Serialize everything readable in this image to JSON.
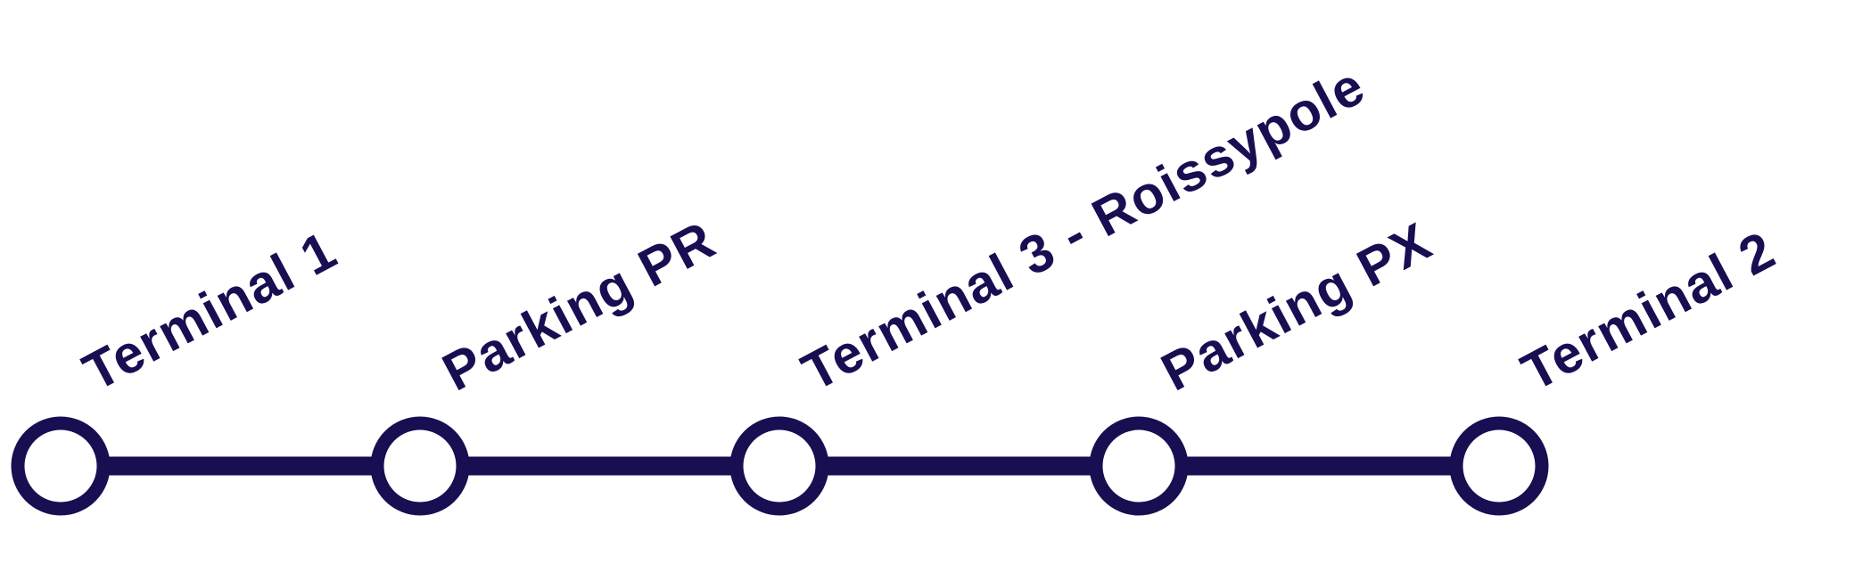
{
  "line": {
    "color": "#170f52",
    "stations": [
      {
        "name": "Terminal 1"
      },
      {
        "name": "Parking PR"
      },
      {
        "name": "Terminal 3 - Roissypole"
      },
      {
        "name": "Parking PX"
      },
      {
        "name": "Terminal 2"
      }
    ]
  }
}
